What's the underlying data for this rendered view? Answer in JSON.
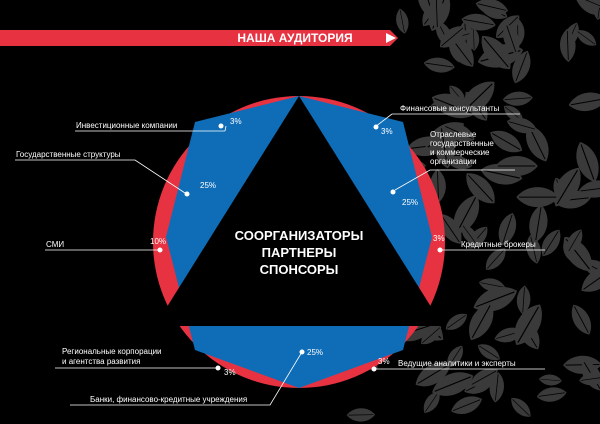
{
  "banner": {
    "title": "НАША АУДИТОРИЯ"
  },
  "center": {
    "lines": [
      "СООРГАНИЗАТОРЫ",
      "ПАРТНЕРЫ",
      "СПОНСОРЫ"
    ]
  },
  "segments": [
    {
      "label": "Инвестиционные компании",
      "value": "3%"
    },
    {
      "label": "Государственные структуры",
      "value": "25%"
    },
    {
      "label": "СМИ",
      "value": "10%"
    },
    {
      "label": "Региональные корпорации",
      "label2": "и агентства развития",
      "value": "3%"
    },
    {
      "label": "Банки, финансово-кредитные учреждения",
      "value": "25%"
    },
    {
      "label": "Ведущие аналитики и эксперты",
      "value": "3%"
    },
    {
      "label": "Кредитные брокеры",
      "value": "3%"
    },
    {
      "label": "Отраслевые",
      "label2": "государственные",
      "label3": "и коммерческие",
      "label4": "организации",
      "value": "25%"
    },
    {
      "label": "Финансовые консультанты",
      "value": "3%"
    }
  ],
  "colors": {
    "accent": "#e63241",
    "blue": "#0f6db8",
    "background": "#000000",
    "pattern": "#3a3a3a"
  }
}
